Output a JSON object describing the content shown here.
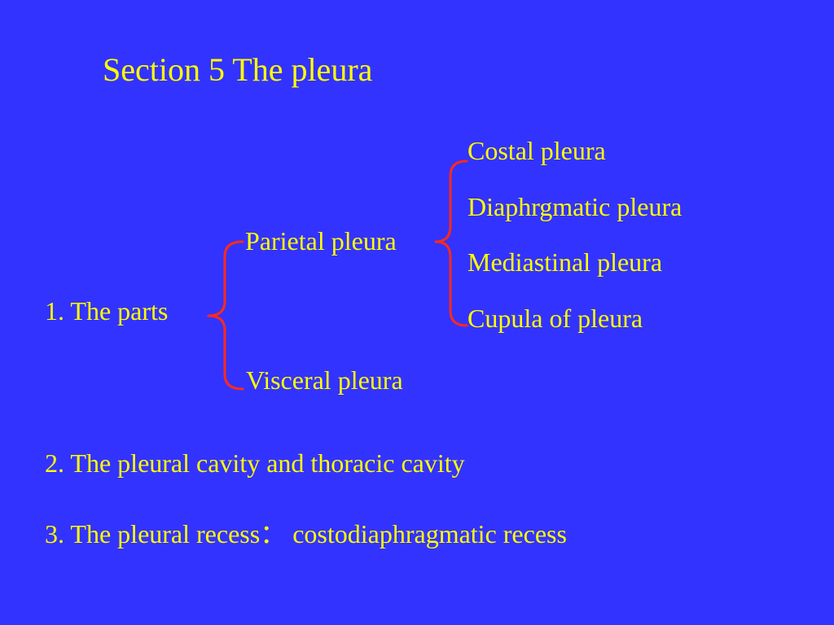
{
  "slide": {
    "title": "Section 5  The pleura",
    "parts": {
      "label": "1.  The parts",
      "parietal": {
        "label": "Parietal pleura",
        "subparts": [
          "Costal pleura",
          "Diaphrgmatic pleura",
          "Mediastinal pleura",
          "Cupula of pleura"
        ]
      },
      "visceral": {
        "label": "Visceral pleura"
      }
    },
    "item2": "2.  The pleural cavity and thoracic cavity",
    "item3": "3. The pleural recess： costodiaphragmatic recess"
  },
  "colors": {
    "background": "#3333ff",
    "text": "#ffff00",
    "brace": "#ff2a1a"
  }
}
